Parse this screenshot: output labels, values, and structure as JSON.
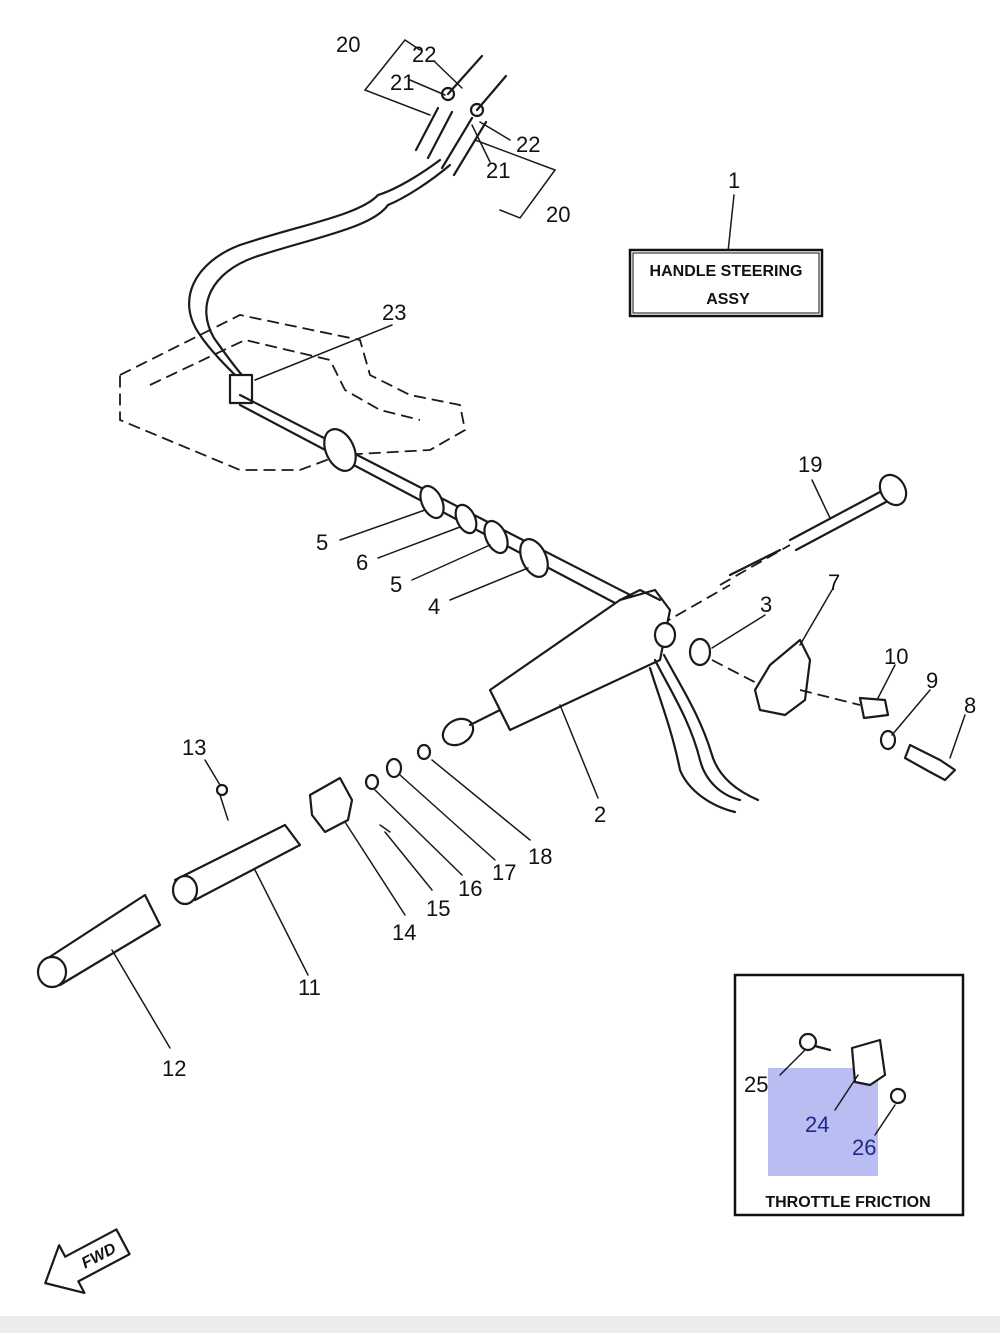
{
  "title_box": {
    "line1": "HANDLE STEERING",
    "line2": "ASSY",
    "callout": "1"
  },
  "inset": {
    "caption": "THROTTLE FRICTION",
    "highlight_color": "#b9bdf2",
    "callouts": [
      "25",
      "24",
      "26"
    ]
  },
  "fwd_arrow": {
    "label": "FWD"
  },
  "callouts": {
    "c20a": "20",
    "c22a": "22",
    "c21a": "21",
    "c22b": "22",
    "c21b": "21",
    "c20b": "20",
    "c23": "23",
    "c19": "19",
    "c5a": "5",
    "c6": "6",
    "c5b": "5",
    "c4": "4",
    "c3": "3",
    "c7": "7",
    "c10": "10",
    "c9": "9",
    "c8": "8",
    "c2": "2",
    "c13": "13",
    "c18": "18",
    "c17": "17",
    "c16": "16",
    "c15": "15",
    "c14": "14",
    "c11": "11",
    "c12": "12"
  }
}
